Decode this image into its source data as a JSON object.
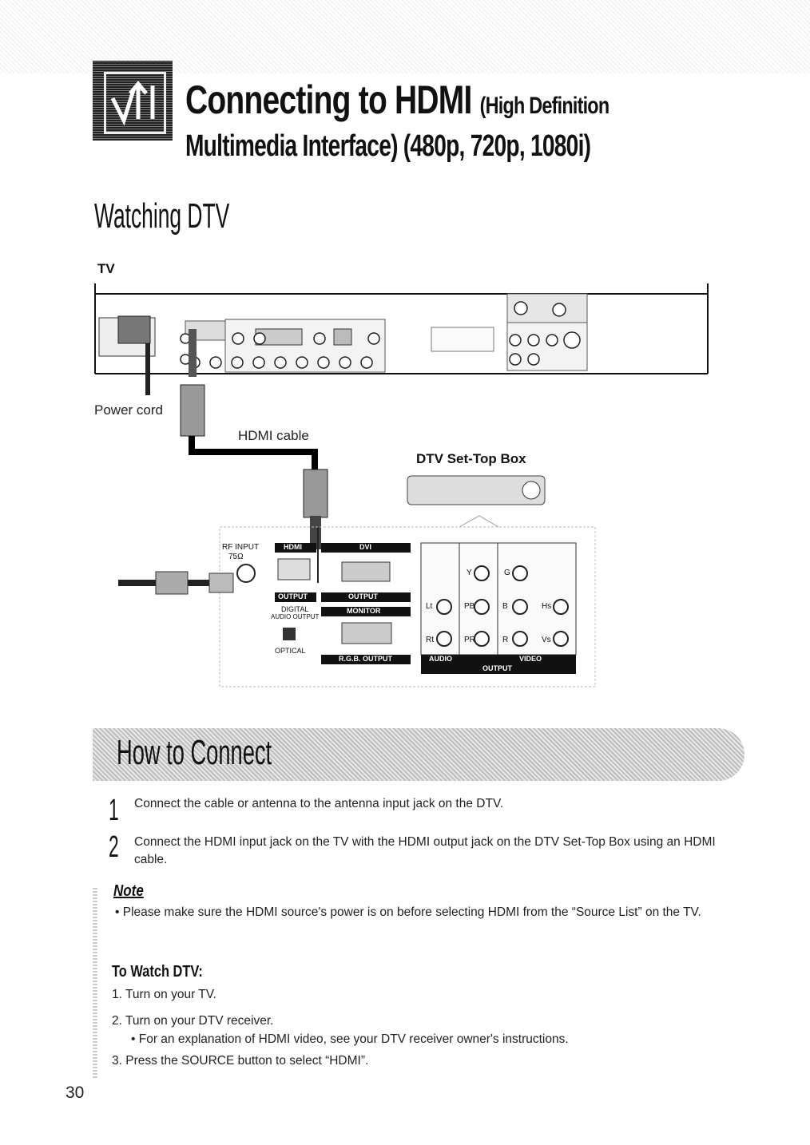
{
  "header": {
    "title_main": "Connecting to HDMI",
    "title_paren": "(High Definition",
    "title_line2": "Multimedia Interface) (480p, 720p, 1080i)"
  },
  "section": {
    "heading": "Watching DTV",
    "tv_label": "TV"
  },
  "diagram": {
    "power_cord": "Power cord",
    "hdmi_cable": "HDMI cable",
    "stb_title": "DTV Set-Top Box",
    "panel": {
      "rf_input": "RF INPUT",
      "rf_ohm": "75Ω",
      "hdmi": "HDMI",
      "output": "OUTPUT",
      "dvi": "DVI",
      "digital_audio": "DIGITAL",
      "audio_output": "AUDIO OUTPUT",
      "optical": "OPTICAL",
      "monitor": "MONITOR",
      "rgb_output": "R.G.B. OUTPUT",
      "y": "Y",
      "g": "G",
      "lt": "Lt",
      "pb": "PB",
      "b": "B",
      "hs": "Hs",
      "rt": "Rt",
      "pr": "PR",
      "r": "R",
      "vs": "Vs",
      "audio": "AUDIO",
      "video": "VIDEO",
      "output2": "OUTPUT"
    }
  },
  "how_to": {
    "heading": "How to Connect",
    "steps": [
      {
        "num": "1",
        "text": "Connect the cable or antenna to the antenna input jack on the DTV."
      },
      {
        "num": "2",
        "text": "Connect the HDMI input jack on the TV with the HDMI output jack on the DTV Set-Top Box using an HDMI cable."
      }
    ]
  },
  "note": {
    "label": "Note",
    "bullet": "•  Please make sure the HDMI source's power is on before selecting HDMI from the “Source List” on the TV."
  },
  "to_watch": {
    "heading": "To Watch DTV:",
    "items": [
      "1.   Turn on your TV.",
      "2.   Turn on your DTV receiver.",
      "• For an explanation of HDMI video, see your DTV receiver owner's instructions.",
      "3.   Press the SOURCE button to select “HDMI”."
    ]
  },
  "page_number": "30"
}
